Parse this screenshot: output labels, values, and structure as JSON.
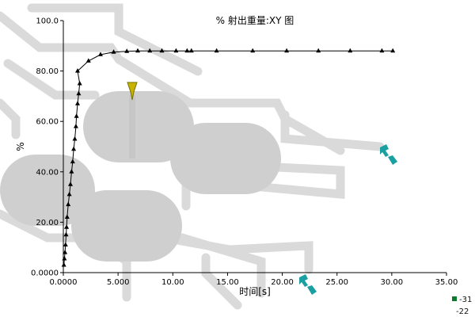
{
  "chart_data": {
    "type": "line",
    "title": "% 射出重量:XY 图",
    "xlabel": "时间[s]",
    "ylabel": "%",
    "xlim": [
      0,
      35
    ],
    "ylim": [
      0,
      100
    ],
    "x_ticks": [
      "0.0000",
      "5.000",
      "10.00",
      "15.00",
      "20.00",
      "25.00",
      "30.00",
      "35.00"
    ],
    "y_ticks": [
      "0.0000",
      "20.00",
      "40.00",
      "60.00",
      "80.00",
      "100.0"
    ],
    "series": [
      {
        "x": [
          0.05,
          0.1,
          0.15,
          0.2,
          0.25,
          0.3,
          0.35,
          0.45,
          0.55,
          0.65,
          0.75,
          0.85,
          0.95,
          1.05,
          1.15,
          1.2,
          1.3,
          1.4,
          1.5,
          1.3,
          2.3,
          3.4,
          4.6,
          5.8,
          6.8,
          7.9,
          9.0,
          10.3,
          11.3,
          11.7,
          14.0,
          17.3,
          20.4,
          23.3,
          26.2,
          29.1,
          30.1
        ],
        "y": [
          3,
          5.5,
          8,
          11,
          15,
          18,
          22,
          27,
          31,
          35,
          40,
          44,
          49,
          53,
          58,
          62,
          67,
          71,
          75,
          80,
          84,
          86.5,
          87.5,
          87.8,
          88,
          88,
          88,
          88,
          88,
          88,
          88,
          88,
          88,
          88,
          88,
          88,
          88
        ]
      }
    ]
  },
  "legend_corner": {
    "lines": [
      "-31",
      "-22"
    ],
    "swatch_color": "#0b7a2a"
  },
  "colors": {
    "series": "#000000",
    "gate_marker": "#c8b400",
    "arrow": "#1aa0a0"
  }
}
